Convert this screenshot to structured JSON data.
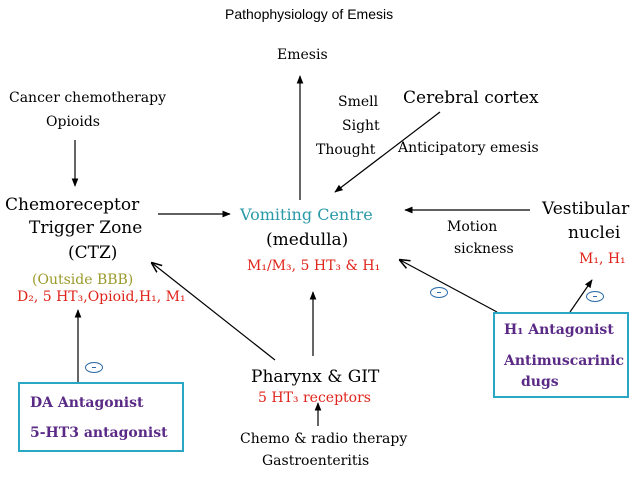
{
  "title": "Pathophysiology of Emesis",
  "emesis": "Emesis",
  "causes": {
    "line1": "Cancer chemotherapy",
    "line2": "Opioids"
  },
  "ctz": {
    "line1": "Chemoreceptor",
    "line2": "Trigger Zone",
    "line3": "(CTZ)",
    "note": "(Outside BBB)",
    "receptors": "D₂, 5 HT₃,Opioid,H₁, M₁"
  },
  "vomiting_centre": {
    "line1": "Vomiting Centre",
    "line2": "(medulla)",
    "receptors": "M₁/M₃, 5 HT₃ & H₁"
  },
  "senses": {
    "smell": "Smell",
    "sight": "Sight",
    "thought": "Thought"
  },
  "cerebral": {
    "label": "Cerebral cortex",
    "note": "Anticipatory emesis"
  },
  "vestibular": {
    "line1": "Vestibular",
    "line2": "nuclei",
    "receptors": "M₁, H₁",
    "motion1": "Motion",
    "motion2": "sickness"
  },
  "pharynx": {
    "label": "Pharynx & GIT",
    "receptors": "5 HT₃  receptors",
    "cause1": "Chemo & radio therapy",
    "cause2": "Gastroenteritis"
  },
  "box_left": {
    "line1": "DA Antagonist",
    "line2": "5-HT3 antagonist"
  },
  "box_right": {
    "line1": "H₁ Antagonist",
    "line2": "Antimuscarinic",
    "line3": "dugs"
  },
  "colors": {
    "text": "#000000",
    "receptor_red": "#e0241b",
    "vomiting_teal": "#2a9aa8",
    "outside_bbb_olive": "#9a9a2a",
    "box_border": "#2aa7c4",
    "box_text_purple": "#5a2a86",
    "inhibit_badge": "#2a6aa8"
  }
}
